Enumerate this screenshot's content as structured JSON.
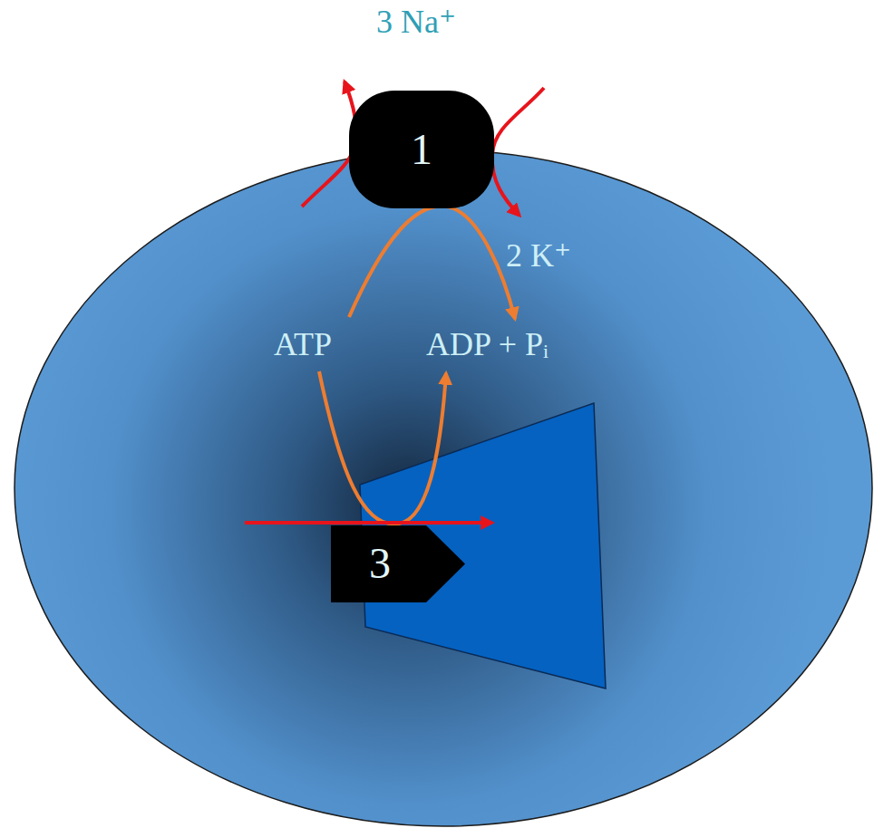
{
  "diagram": {
    "nodes": [
      {
        "text": [
          "1"
        ]
      },
      {
        "text": [
          "3"
        ]
      }
    ],
    "labels": [
      "3 Na⁺",
      "2 K⁺",
      "ATP",
      "ADP + Pᵢ"
    ]
  }
}
